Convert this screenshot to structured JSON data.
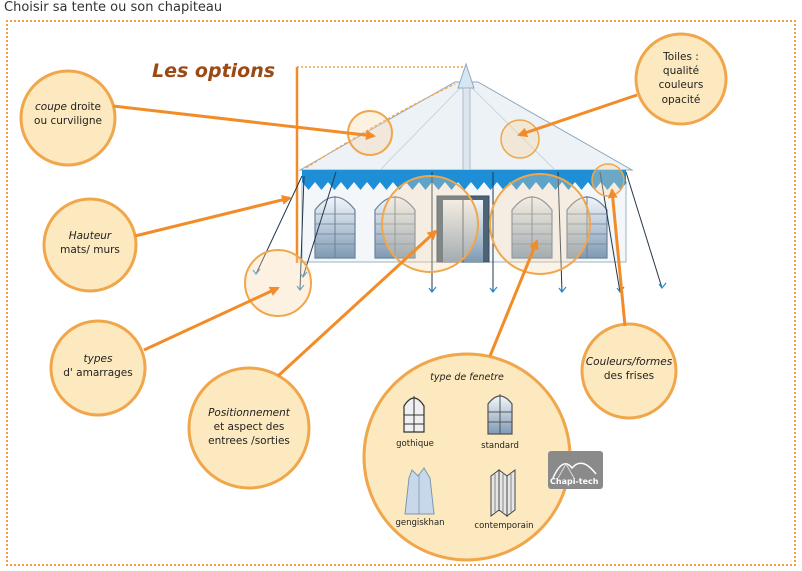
{
  "page_title": "Choisir sa tente ou son chapiteau",
  "options_title": "Les options",
  "callouts": {
    "coupe": {
      "em": "coupe",
      "rest": " droite",
      "line2": "ou curviligne"
    },
    "hauteur": {
      "em": "Hauteur",
      "line2": "mats/ murs"
    },
    "amarrages": {
      "em": "types",
      "line2": "d' amarrages"
    },
    "positionnement": {
      "em": "Positionnement",
      "line2": "et aspect des",
      "line3": "entrees /sorties"
    },
    "toiles": {
      "line1": "Toiles :",
      "line2": "qualité",
      "line3": "couleurs",
      "line4": "opacité"
    },
    "frises": {
      "em": "Couleurs/formes",
      "line2": "des frises"
    }
  },
  "window_types": {
    "title": "type de fenetre",
    "items": [
      "gothique",
      "standard",
      "gengiskhan",
      "contemporain"
    ]
  },
  "logo_text": "Chapi-tech",
  "colors": {
    "accent": "#f28c28",
    "circle_fill": "#fde9bf",
    "circle_stroke": "#f0a64a",
    "frieze_blue": "#1e8fd6"
  }
}
